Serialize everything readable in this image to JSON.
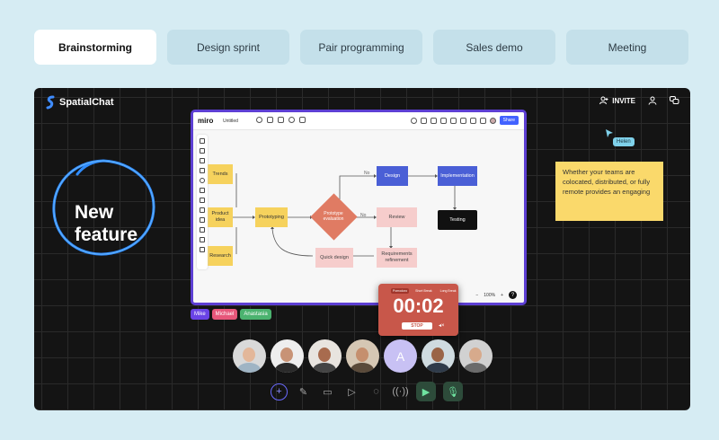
{
  "tabs": [
    {
      "label": "Brainstorming",
      "active": true
    },
    {
      "label": "Design sprint",
      "active": false
    },
    {
      "label": "Pair programming",
      "active": false
    },
    {
      "label": "Sales demo",
      "active": false
    },
    {
      "label": "Meeting",
      "active": false
    }
  ],
  "app": {
    "brand": "SpatialChat",
    "invite_label": "INVITE",
    "icons": [
      "user-plus-icon",
      "user-icon",
      "chat-bubbles-icon"
    ]
  },
  "board": {
    "logo": "miro",
    "title": "Untitled",
    "share_label": "Share",
    "zoom_label": "100%",
    "help_label": "?",
    "nodes": {
      "trends": "Trends",
      "product_idea": "Product idea",
      "research": "Research",
      "prototyping": "Prototyping",
      "prototype_evaluation": "Prototype evaluation",
      "design": "Design",
      "implementation": "Implementation",
      "review": "Review",
      "testing": "Testing",
      "quick_design": "Quick design",
      "requirements_refinement": "Requirements refinement"
    },
    "edge_labels": {
      "no_top": "No",
      "no_right": "No"
    }
  },
  "sticky_note": {
    "text": "Whether your teams are colocated, distributed, or fully remote provides an engaging"
  },
  "cursor_tag": "Helen",
  "headline": {
    "line1": "New",
    "line2": "feature"
  },
  "name_chips": [
    {
      "name": "Mike",
      "color": "#6a43e6"
    },
    {
      "name": "Michael",
      "color": "#e7577a"
    },
    {
      "name": "Anastasia",
      "color": "#4bb36f"
    }
  ],
  "timer": {
    "tabs": [
      "Pomodoro",
      "Short Break",
      "Long Break"
    ],
    "value": "00:02",
    "stop_label": "STOP"
  },
  "avatars": [
    {
      "kind": "photo",
      "skin": "#e3b79a",
      "shirt": "#9fb4c4",
      "bg": "#d9d9d9"
    },
    {
      "kind": "photo",
      "skin": "#c89376",
      "shirt": "#2a2a2a",
      "bg": "#eeeeee"
    },
    {
      "kind": "photo",
      "skin": "#a86b4e",
      "shirt": "#444444",
      "bg": "#e8e4df"
    },
    {
      "kind": "photo",
      "skin": "#c58f6e",
      "shirt": "#5a4a3a",
      "bg": "#d5c7b4"
    },
    {
      "kind": "letter",
      "letter": "A"
    },
    {
      "kind": "photo",
      "skin": "#9a6447",
      "shirt": "#2f3b4a",
      "bg": "#cfdbe0"
    },
    {
      "kind": "photo",
      "skin": "#d7aa8c",
      "shirt": "#6b6b6b",
      "bg": "#d1d1d1"
    }
  ],
  "dock": [
    "plus-icon",
    "pen-icon",
    "screen-share-icon",
    "play-icon",
    "chat-icon",
    "broadcast-icon",
    "camera-icon",
    "microphone-icon"
  ]
}
